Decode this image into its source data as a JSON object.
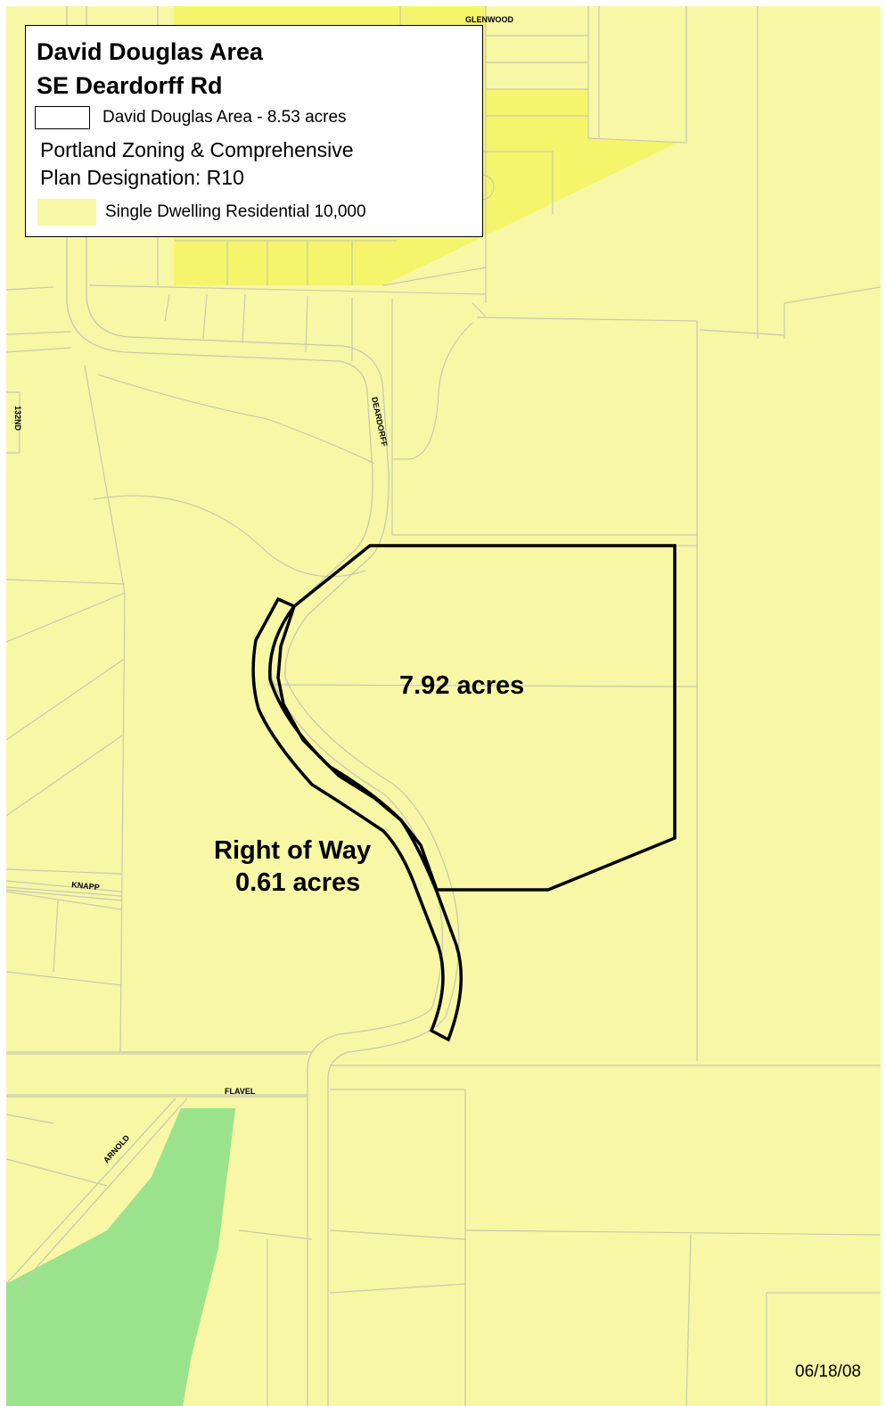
{
  "legend": {
    "title_line1": "David Douglas Area",
    "title_line2": "SE Deardorff Rd",
    "outline_label": "David Douglas Area - 8.53 acres",
    "zoning_line1": "Portland Zoning & Comprehensive",
    "zoning_line2": "Plan Designation: R10",
    "fill_label": "Single Dwelling Residential 10,000"
  },
  "roads": {
    "glenwood": "GLENWOOD",
    "deardorff": "DEARDORFF",
    "st132": "132ND",
    "knapp": "KNAPP",
    "flavel": "FLAVEL",
    "arnold": "ARNOLD"
  },
  "areas": {
    "parcel_label": "7.92 acres",
    "row_label_line1": "Right of Way",
    "row_label_line2": "0.61 acres"
  },
  "date": "06/18/08",
  "colors": {
    "r10_zone": "#f8f7a5",
    "dense_zone": "#f5f56b",
    "open_space": "#9ae38c",
    "parcel_lines": "#c9c9b0",
    "outline": "#000000"
  }
}
